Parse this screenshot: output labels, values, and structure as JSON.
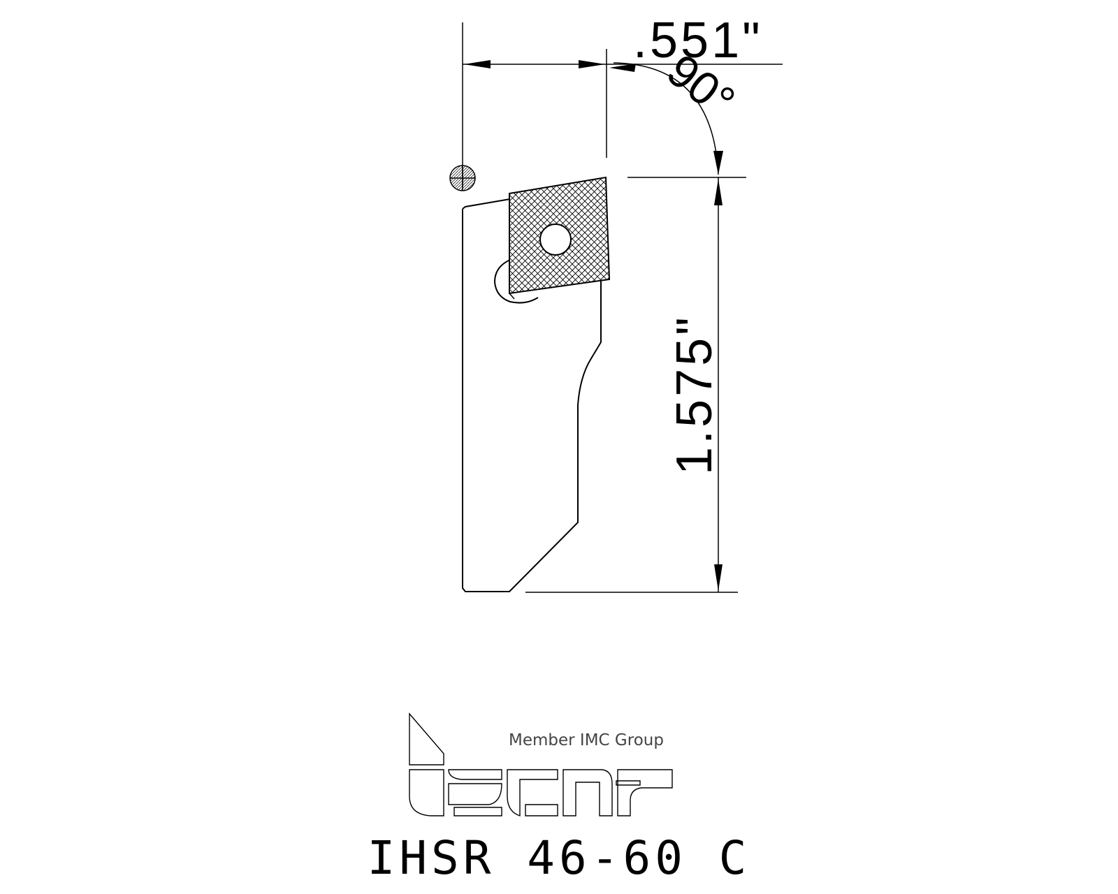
{
  "dimensions": {
    "width_value": ".551\"",
    "height_value": "1.575\"",
    "angle_value": "90°"
  },
  "logo": {
    "tagline": "Member IMC Group",
    "brand": "iscar"
  },
  "model_code": "IHSR 46-60 C"
}
